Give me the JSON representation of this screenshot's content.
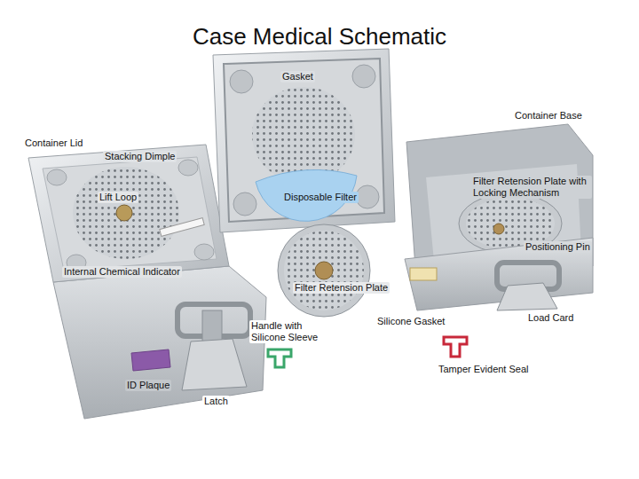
{
  "diagram": {
    "title": "Case Medical Schematic",
    "labels": [
      "Gasket",
      "Container Base",
      "Container Lid",
      "Stacking Dimple",
      "Filter Retension Plate with Locking Mechanism",
      "Lift Loop",
      "Disposable Filter",
      "Positioning Pin",
      "Internal Chemical Indicator",
      "Filter Retension Plate",
      "Load Card",
      "Silicone Gasket",
      "Handle with Silicone Sleeve",
      "Tamper Evident Seal",
      "ID Plaque",
      "Latch"
    ]
  }
}
